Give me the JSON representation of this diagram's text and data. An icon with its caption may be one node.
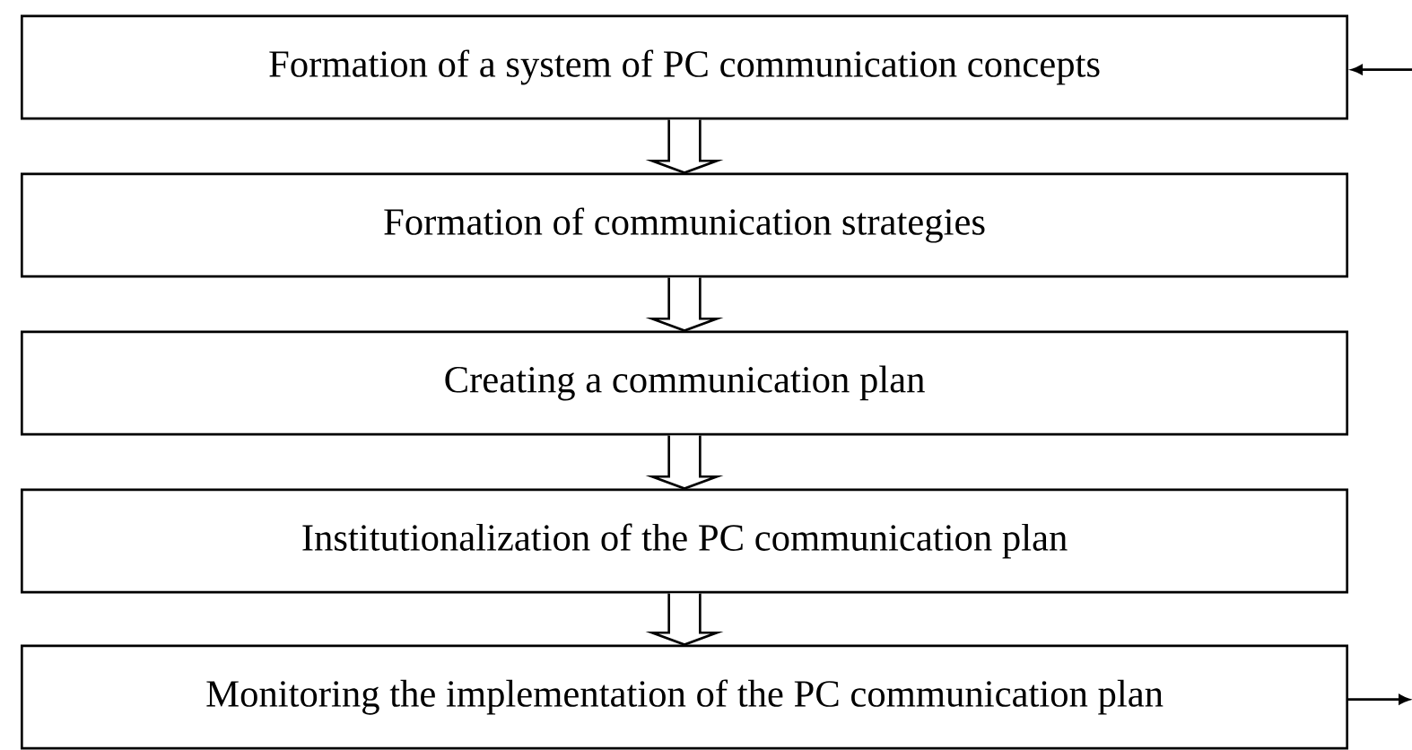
{
  "diagram": {
    "nodes": [
      {
        "text": [
          "Formation of a system of PC communication concepts"
        ]
      },
      {
        "text": [
          "Formation of communication strategies"
        ]
      },
      {
        "text": [
          "Creating a communication plan"
        ]
      },
      {
        "text": [
          "Institutionalization of the PC communication plan"
        ]
      },
      {
        "text": [
          "Monitoring the implementation of the PC communication plan"
        ]
      }
    ],
    "edges": [
      {
        "from": null,
        "to": 0,
        "arrow": "to"
      },
      {
        "from": 0,
        "to": 1,
        "arrow": "to"
      },
      {
        "from": 1,
        "to": 2,
        "arrow": "to"
      },
      {
        "from": 2,
        "to": 3,
        "arrow": "to"
      },
      {
        "from": 3,
        "to": 4,
        "arrow": "to"
      },
      {
        "from": 4,
        "to": null,
        "arrow": "to"
      }
    ]
  }
}
